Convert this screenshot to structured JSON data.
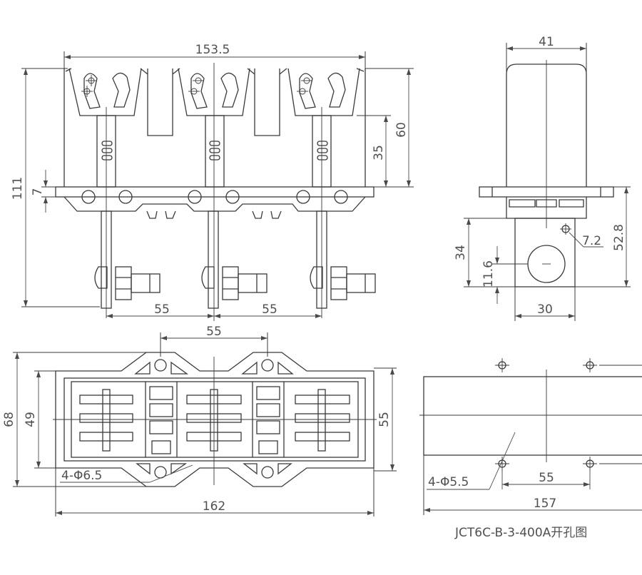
{
  "caption": "JCT6C-B-3-400A开孔图",
  "front_view": {
    "width": "153.5",
    "height_total": "111",
    "height_upper": "60",
    "height_contact": "35",
    "base_thickness": "7",
    "pitch_left": "55",
    "pitch_right": "55"
  },
  "side_view": {
    "width_top": "41",
    "hole_dia": "7.2",
    "height_right": "52.8",
    "height_left": "34",
    "hole_height": "11.6",
    "width_bottom": "30"
  },
  "top_view": {
    "pitch_top": "55",
    "height_outer": "68",
    "height_inner": "49",
    "height_right": "55",
    "mount_holes": "4-Φ6.5",
    "width": "162"
  },
  "cutout_view": {
    "mount_holes": "4-Φ5.5",
    "hole_pitch": "55",
    "width": "157"
  }
}
